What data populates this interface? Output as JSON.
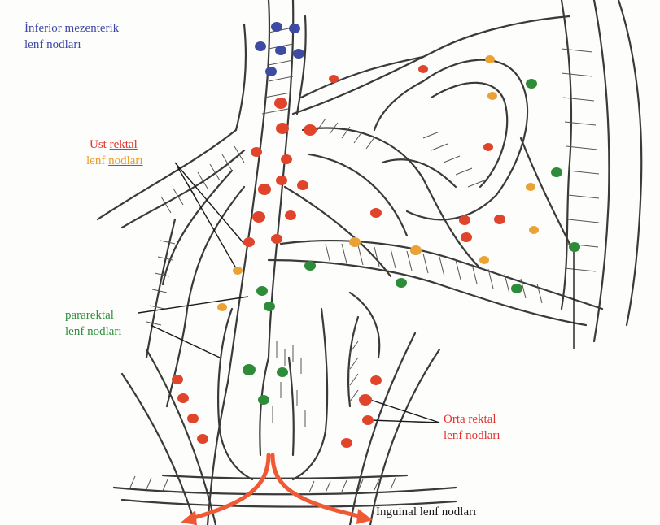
{
  "labels": {
    "inferior_mesenteric": {
      "line1": "İnferior mezenterik",
      "line2": "lenf nodları"
    },
    "upper_rectal": {
      "line1_prefix": "Ust",
      "line1_word": "rektal",
      "line2_prefix": "lenf",
      "line2_word": "nodları"
    },
    "pararectal": {
      "line1": "pararektal",
      "line2_prefix": "lenf",
      "line2_word": "nodları"
    },
    "middle_rectal": {
      "line1": "Orta rektal",
      "line2_prefix": "lenf",
      "line2_word": "nodları"
    },
    "inguinal": {
      "text": "İnguinal lenf nodları"
    }
  },
  "colors": {
    "inferior_mesenteric_nodes": "#3d4ba3",
    "upper_rectal_nodes": "#e0452b",
    "pararectal_nodes": "#2e8b3a",
    "paracolic_nodes": "#e9a233",
    "inguinal_arrows": "#ef5a35",
    "line_art": "#3a3a3a"
  }
}
